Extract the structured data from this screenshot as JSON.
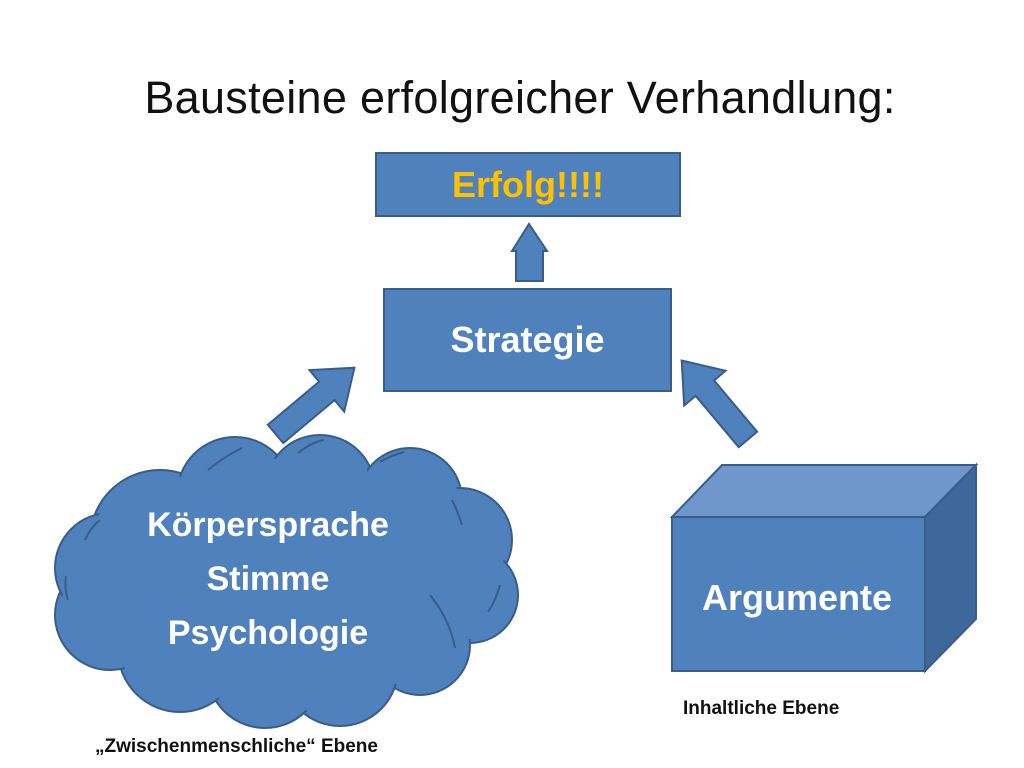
{
  "slide": {
    "title": "Bausteine erfolgreicher Verhandlung:",
    "goal_label": "Erfolg!!!!",
    "strategy_label": "Strategie",
    "cloud_lines": [
      "Körpersprache",
      "Stimme",
      "Psychologie"
    ],
    "block_label": "Argumente",
    "caption_content": "Inhaltliche Ebene",
    "caption_interpersonal": "„Zwischenmenschliche“ Ebene"
  },
  "colors": {
    "shape_fill": "#4f81bd",
    "shape_border": "#385d8a",
    "goal_text": "#ffc000",
    "block_top": "#6f97cb",
    "block_side": "#3e679a"
  }
}
